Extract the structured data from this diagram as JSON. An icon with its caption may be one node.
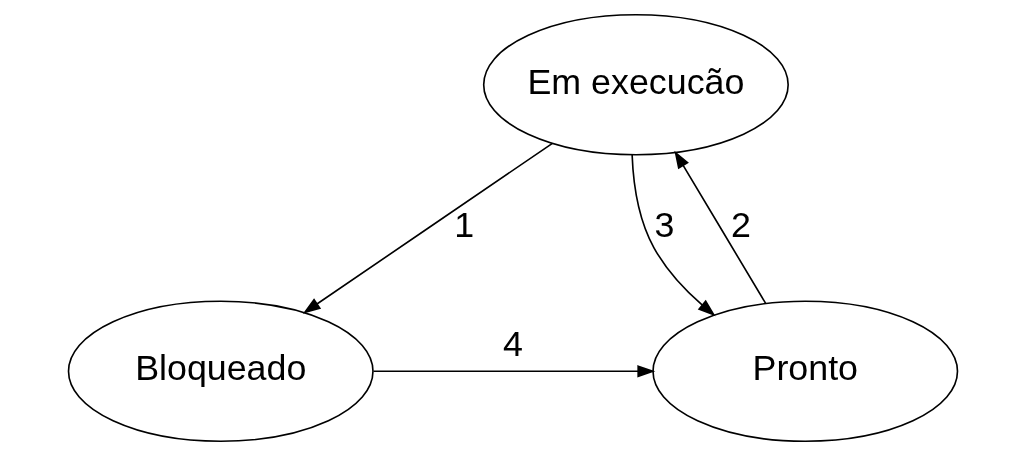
{
  "diagram": {
    "nodes": [
      {
        "text": [
          "Em execucão"
        ]
      },
      {
        "text": [
          "Bloqueado"
        ]
      },
      {
        "text": [
          "Pronto"
        ]
      }
    ],
    "edges": [
      {
        "from": 0,
        "to": 1,
        "arrow": "to",
        "label": "1"
      },
      {
        "from": 2,
        "to": 0,
        "arrow": "to",
        "label": "2"
      },
      {
        "from": 0,
        "to": 2,
        "arrow": "to",
        "label": "3"
      },
      {
        "from": 1,
        "to": 2,
        "arrow": "to",
        "label": "4"
      }
    ]
  }
}
